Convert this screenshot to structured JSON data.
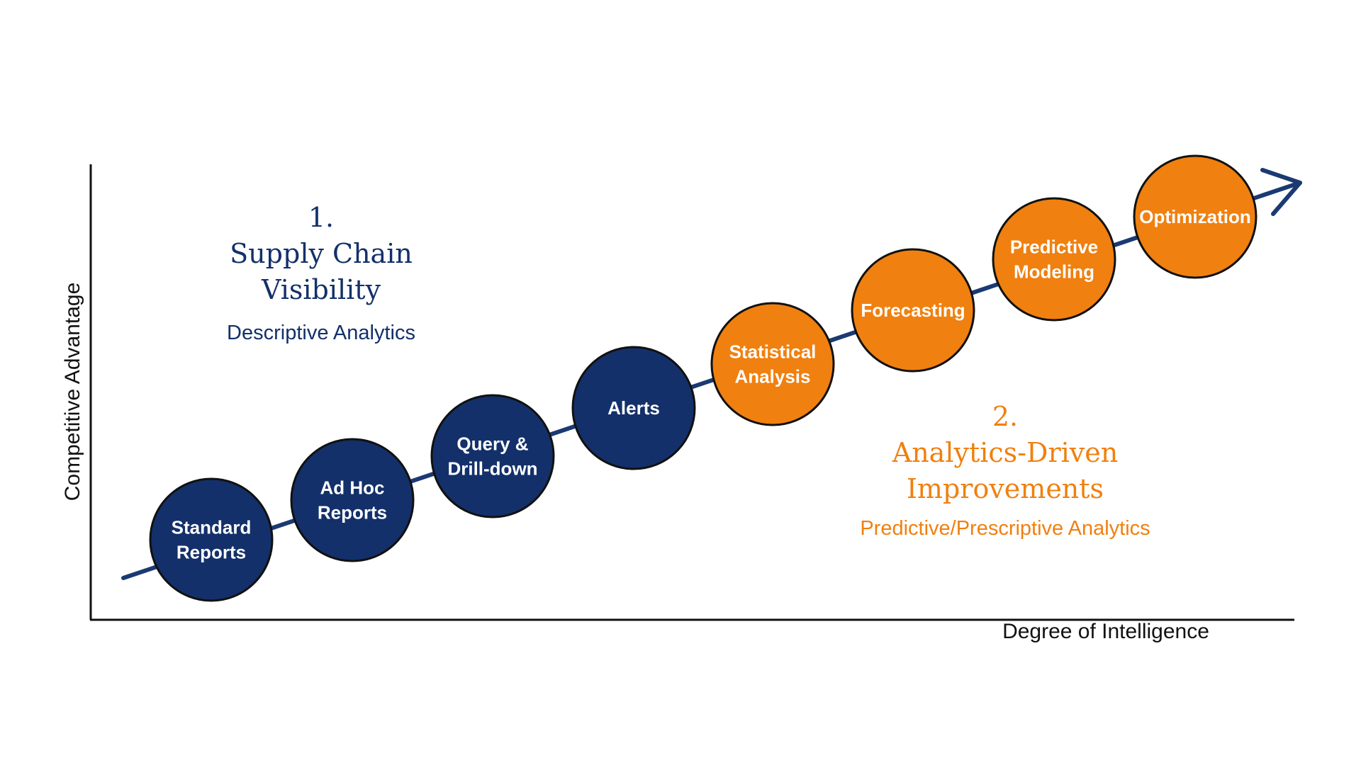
{
  "colors": {
    "navy": "#13306a",
    "orange": "#f0800f",
    "outline": "#111111",
    "axis": "#111111",
    "trend_line": "#1b3a73"
  },
  "axes": {
    "y_label": "Competitive Advantage",
    "x_label": "Degree of Intelligence"
  },
  "phase1": {
    "number": "1.",
    "title_line1": "Supply Chain",
    "title_line2": "Visibility",
    "subtitle": "Descriptive Analytics"
  },
  "phase2": {
    "number": "2.",
    "title_line1": "Analytics-Driven",
    "title_line2": "Improvements",
    "subtitle": "Predictive/Prescriptive Analytics"
  },
  "steps": [
    {
      "id": "standard-reports",
      "lines": [
        "Standard",
        "Reports"
      ],
      "phase": 1
    },
    {
      "id": "ad-hoc-reports",
      "lines": [
        "Ad Hoc",
        "Reports"
      ],
      "phase": 1
    },
    {
      "id": "query-drill-down",
      "lines": [
        "Query &",
        "Drill-down"
      ],
      "phase": 1
    },
    {
      "id": "alerts",
      "lines": [
        "Alerts"
      ],
      "phase": 1
    },
    {
      "id": "statistical-analysis",
      "lines": [
        "Statistical",
        "Analysis"
      ],
      "phase": 2
    },
    {
      "id": "forecasting",
      "lines": [
        "Forecasting"
      ],
      "phase": 2
    },
    {
      "id": "predictive-modeling",
      "lines": [
        "Predictive",
        "Modeling"
      ],
      "phase": 2
    },
    {
      "id": "optimization",
      "lines": [
        "Optimization"
      ],
      "phase": 2
    }
  ]
}
